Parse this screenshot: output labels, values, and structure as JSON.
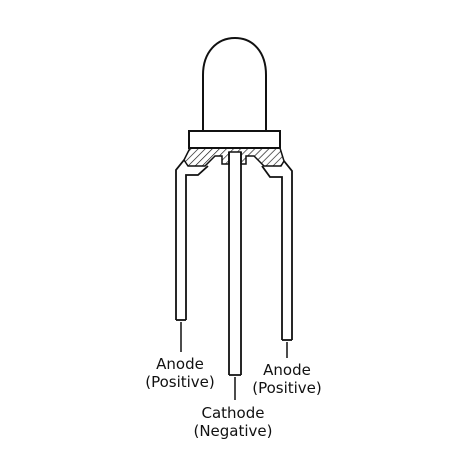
{
  "diagram": {
    "labels": {
      "anode_left": {
        "name": "Anode",
        "polarity": "(Positive)"
      },
      "anode_right": {
        "name": "Anode",
        "polarity": "(Positive)"
      },
      "cathode": {
        "name": "Cathode",
        "polarity": "(Negative)"
      }
    },
    "colors": {
      "stroke": "#111111",
      "fill": "#ffffff",
      "hatch": "#111111"
    }
  }
}
